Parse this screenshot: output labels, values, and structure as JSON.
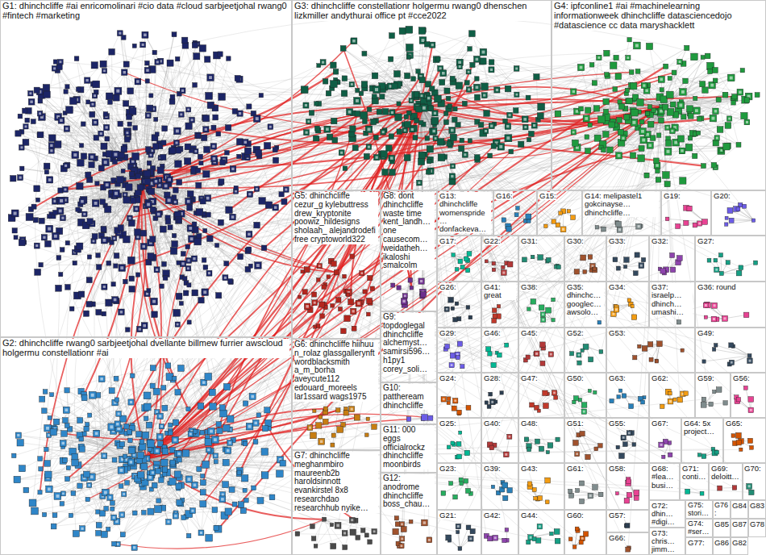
{
  "diagram": {
    "nodes": [
      {
        "text": [
          "G1: dhinchcliffe #ai enricomolinari #cio data #cloud sarbjeetjohal rwang0 #fintech #marketing"
        ]
      },
      {
        "text": [
          "G3: dhinchcliffe constellationr holgermu rwang0 dhenschen lizkmiller andythurai office pt #cce2022"
        ]
      },
      {
        "text": [
          "G4: ipfconline1 #ai #machinelearning informationweek dhinchcliffe datasciencedojo #datascience cc data maryshacklett"
        ]
      },
      {
        "text": [
          "G5: dhinchcliffe cezur_g kylebuttress drew_kryptonite poowiz_hildesigns sholaah_ alejandrodefi free cryptoworld322"
        ]
      },
      {
        "text": [
          "G8: dont dhinchcliffe waste time kent_landh… one causecom… weidatheh… ikaloshi smalcolm"
        ]
      },
      {
        "text": [
          "G13: dhinchcliffe womenspride… donfackeva…"
        ]
      },
      {
        "text": [
          "G16:"
        ]
      },
      {
        "text": [
          "G15:"
        ]
      },
      {
        "text": [
          "G14: melipastel1 gokcinayse… dhinchcliffe…"
        ]
      },
      {
        "text": [
          "G19:"
        ]
      },
      {
        "text": [
          "G20:"
        ]
      },
      {
        "text": [
          "G17:"
        ]
      },
      {
        "text": [
          "G22:"
        ]
      },
      {
        "text": [
          "G31:"
        ]
      },
      {
        "text": [
          "G30:"
        ]
      },
      {
        "text": [
          "G33:"
        ]
      },
      {
        "text": [
          "G32:"
        ]
      },
      {
        "text": [
          "G27:"
        ]
      },
      {
        "text": [
          "G9: topdoglegal dhinchcliffe alchemyst… samirsi596… h1py1 corey_soli…"
        ]
      },
      {
        "text": [
          "G26:"
        ]
      },
      {
        "text": [
          "G41: great"
        ]
      },
      {
        "text": [
          "G38:"
        ]
      },
      {
        "text": [
          "G35: dhinchc… googlec… awsolo…"
        ]
      },
      {
        "text": [
          "G34:"
        ]
      },
      {
        "text": [
          "G37: israelp… dhinch… umashi…"
        ]
      },
      {
        "text": [
          "G36: round"
        ]
      },
      {
        "text": [
          "G29:"
        ]
      },
      {
        "text": [
          "G46:"
        ]
      },
      {
        "text": [
          "G45:"
        ]
      },
      {
        "text": [
          "G52:"
        ]
      },
      {
        "text": [
          "G53:"
        ]
      },
      {
        "text": [
          "G49:"
        ]
      },
      {
        "text": [
          "G2: dhinchcliffe rwang0 sarbjeetjohal dvellante billmew furrier awscloud holgermu constellationr #ai"
        ]
      },
      {
        "text": [
          "G6: dhinchcliffe hiihuu n_rolaz glassgallerynft wordblacksmith a_m_borha aveycute112 edouard_moreels lar1ssard wags1975"
        ]
      },
      {
        "text": [
          "G24:"
        ]
      },
      {
        "text": [
          "G28:"
        ]
      },
      {
        "text": [
          "G47:"
        ]
      },
      {
        "text": [
          "G50:"
        ]
      },
      {
        "text": [
          "G63:"
        ]
      },
      {
        "text": [
          "G62:"
        ]
      },
      {
        "text": [
          "G59:"
        ]
      },
      {
        "text": [
          "G56:"
        ]
      },
      {
        "text": [
          "G10: pattheream dhinchcliffe"
        ]
      },
      {
        "text": [
          "G25:"
        ]
      },
      {
        "text": [
          "G40:"
        ]
      },
      {
        "text": [
          "G48:"
        ]
      },
      {
        "text": [
          "G51:"
        ]
      },
      {
        "text": [
          "G55:"
        ]
      },
      {
        "text": [
          "G67:"
        ]
      },
      {
        "text": [
          "G64: 5x project…"
        ]
      },
      {
        "text": [
          "G65:"
        ]
      },
      {
        "text": [
          "G11: 000 eggs officialrockz dhinchcliffe moonbirds"
        ]
      },
      {
        "text": [
          "G7: dhinchcliffe meghanmbiro maureenb2b haroldsinnott evankirstel 8x8 researchdao researchhub nyike…"
        ]
      },
      {
        "text": [
          "G23:"
        ]
      },
      {
        "text": [
          "G39:"
        ]
      },
      {
        "text": [
          "G43:"
        ]
      },
      {
        "text": [
          "G61:"
        ]
      },
      {
        "text": [
          "G58:"
        ]
      },
      {
        "text": [
          "G68: #lea… busi…"
        ]
      },
      {
        "text": [
          "G71: conti…"
        ]
      },
      {
        "text": [
          "G69: deloitt…"
        ]
      },
      {
        "text": [
          "G70:"
        ]
      },
      {
        "text": [
          "G12: anodrome dhinchcliffe boss_chau…"
        ]
      },
      {
        "text": [
          "G21:"
        ]
      },
      {
        "text": [
          "G42:"
        ]
      },
      {
        "text": [
          "G44:"
        ]
      },
      {
        "text": [
          "G60:"
        ]
      },
      {
        "text": [
          "G57:"
        ]
      },
      {
        "text": [
          "G72: dhin… #digi…"
        ]
      },
      {
        "text": [
          "G75: stori…"
        ]
      },
      {
        "text": [
          "G76:"
        ]
      },
      {
        "text": [
          "G84"
        ]
      },
      {
        "text": [
          "G83"
        ]
      },
      {
        "text": [
          "G74: #ser…"
        ]
      },
      {
        "text": [
          "G85"
        ]
      },
      {
        "text": [
          "G87"
        ]
      },
      {
        "text": [
          "G78"
        ]
      },
      {
        "text": [
          "G73: chris… jimm…"
        ]
      },
      {
        "text": [
          "G66:"
        ]
      },
      {
        "text": [
          "G77:"
        ]
      },
      {
        "text": [
          "G86"
        ]
      },
      {
        "text": [
          "G82"
        ]
      }
    ]
  }
}
